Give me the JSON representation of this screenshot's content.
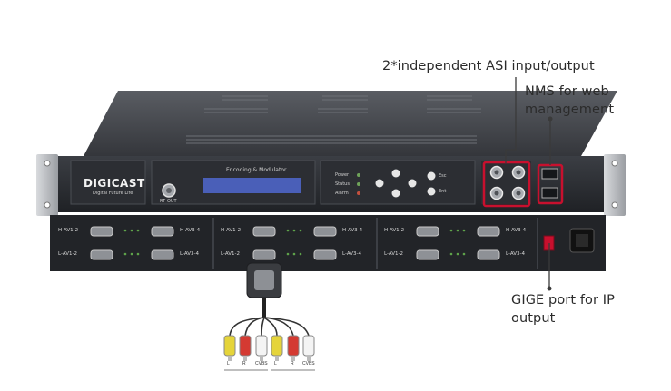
{
  "callouts": {
    "asi": "2*independent ASI input/output",
    "nms_line1": "NMS for web",
    "nms_line2": "management",
    "gige_line1": "GIGE port for IP",
    "gige_line2": "output"
  },
  "front_panel": {
    "brand": "DIGICAST",
    "tagline": "Digital Future Life",
    "rf_label": "RF OUT",
    "display_title": "Encoding & Modulator",
    "leds": [
      "Power",
      "Status",
      "Alarm"
    ],
    "keys": [
      "Esc",
      "Ent"
    ]
  },
  "rear_panel": {
    "modules": [
      {
        "top_left": "H-AV1-2",
        "top_right": "H-AV3-4",
        "bottom_left": "L-AV1-2",
        "bottom_right": "L-AV3-4"
      },
      {
        "top_left": "H-AV1-2",
        "top_right": "H-AV3-4",
        "bottom_left": "L-AV1-2",
        "bottom_right": "L-AV3-4"
      },
      {
        "top_left": "H-AV1-2",
        "top_right": "H-AV3-4",
        "bottom_left": "L-AV1-2",
        "bottom_right": "L-AV3-4"
      }
    ]
  },
  "cable": {
    "plug_labels": [
      "L",
      "R",
      "CVBS",
      "L",
      "R",
      "CVBS"
    ]
  },
  "colors": {
    "highlight": "#c8102e",
    "chassis": "#2a2c31",
    "rack_ear": "#b9bcc1",
    "text": "#2b2b2b"
  }
}
